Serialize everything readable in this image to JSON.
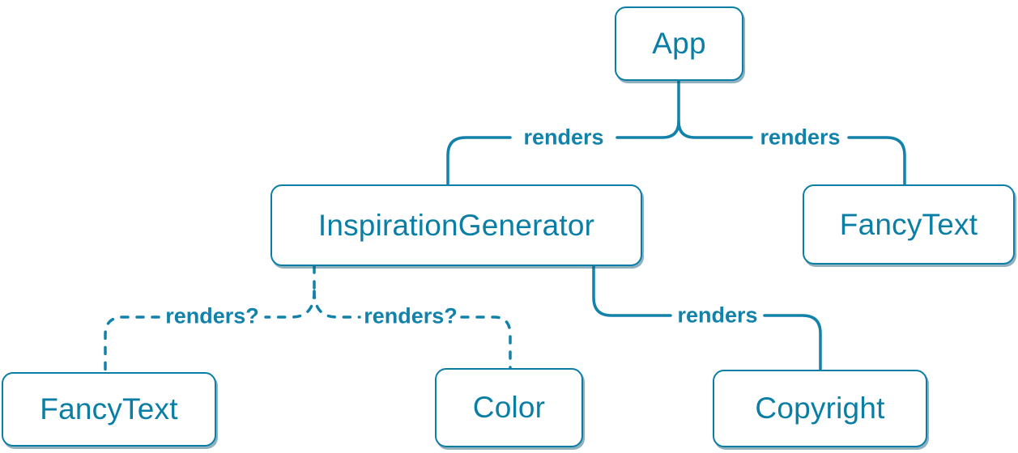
{
  "diagram": {
    "kind": "react-component-render-tree",
    "accent_color": "#0a7ea4",
    "line_color": "#1282aa",
    "node_background": "#ffffff",
    "nodes": [
      {
        "id": "app",
        "label": "App"
      },
      {
        "id": "inspiration-generator",
        "label": "InspirationGenerator"
      },
      {
        "id": "fancy-text-top",
        "label": "FancyText"
      },
      {
        "id": "fancy-text-bottom",
        "label": "FancyText"
      },
      {
        "id": "color",
        "label": "Color"
      },
      {
        "id": "copyright",
        "label": "Copyright"
      }
    ],
    "edges": [
      {
        "from": "App",
        "to": "InspirationGenerator",
        "label": "renders",
        "style": "solid"
      },
      {
        "from": "App",
        "to": "FancyText",
        "label": "renders",
        "style": "solid"
      },
      {
        "from": "InspirationGenerator",
        "to": "FancyText",
        "label": "renders?",
        "style": "dashed"
      },
      {
        "from": "InspirationGenerator",
        "to": "Color",
        "label": "renders?",
        "style": "dashed"
      },
      {
        "from": "InspirationGenerator",
        "to": "Copyright",
        "label": "renders",
        "style": "solid"
      }
    ]
  }
}
